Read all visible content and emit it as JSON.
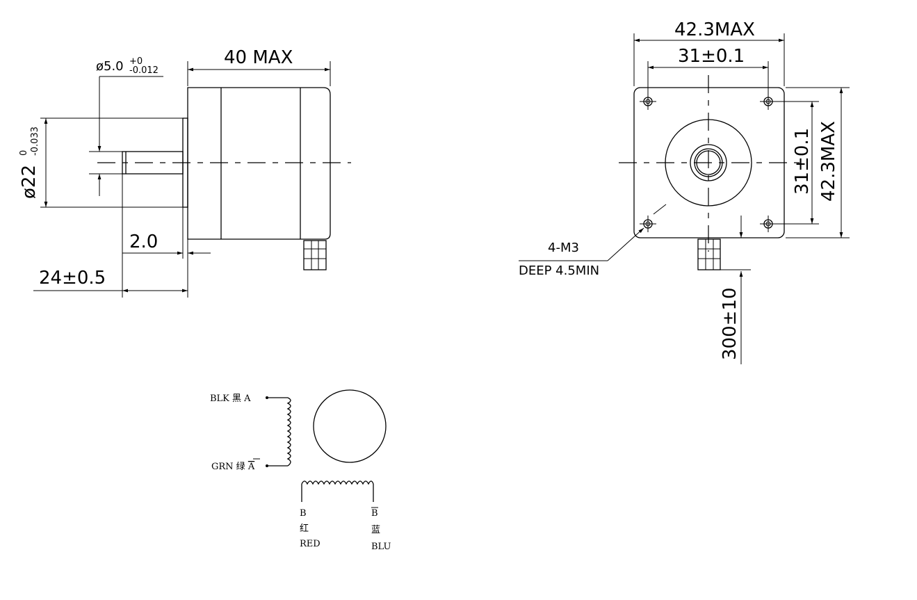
{
  "side_view": {
    "body_length": "40 MAX",
    "shaft_diameter": "ø5.0",
    "shaft_tol_upper": "+0",
    "shaft_tol_lower": "-0.012",
    "boss_diameter": "ø22",
    "boss_tol_upper": "0",
    "boss_tol_lower": "-0.033",
    "boss_height": "2.0",
    "shaft_length": "24±0.5"
  },
  "front_view": {
    "width": "42.3MAX",
    "hole_spacing_h": "31±0.1",
    "hole_spacing_v": "31±0.1",
    "height": "42.3MAX",
    "holes_spec": "4-M3",
    "holes_depth": "DEEP 4.5MIN",
    "lead_length": "300±10"
  },
  "wiring": {
    "a": "BLK 黑 A",
    "a_bar_prefix": "GRN 绿 ",
    "a_bar": "A",
    "b": "B",
    "b_cn": "红",
    "b_en": "RED",
    "b_bar": "B",
    "b_bar_cn": "蓝",
    "b_bar_en": "BLU"
  }
}
